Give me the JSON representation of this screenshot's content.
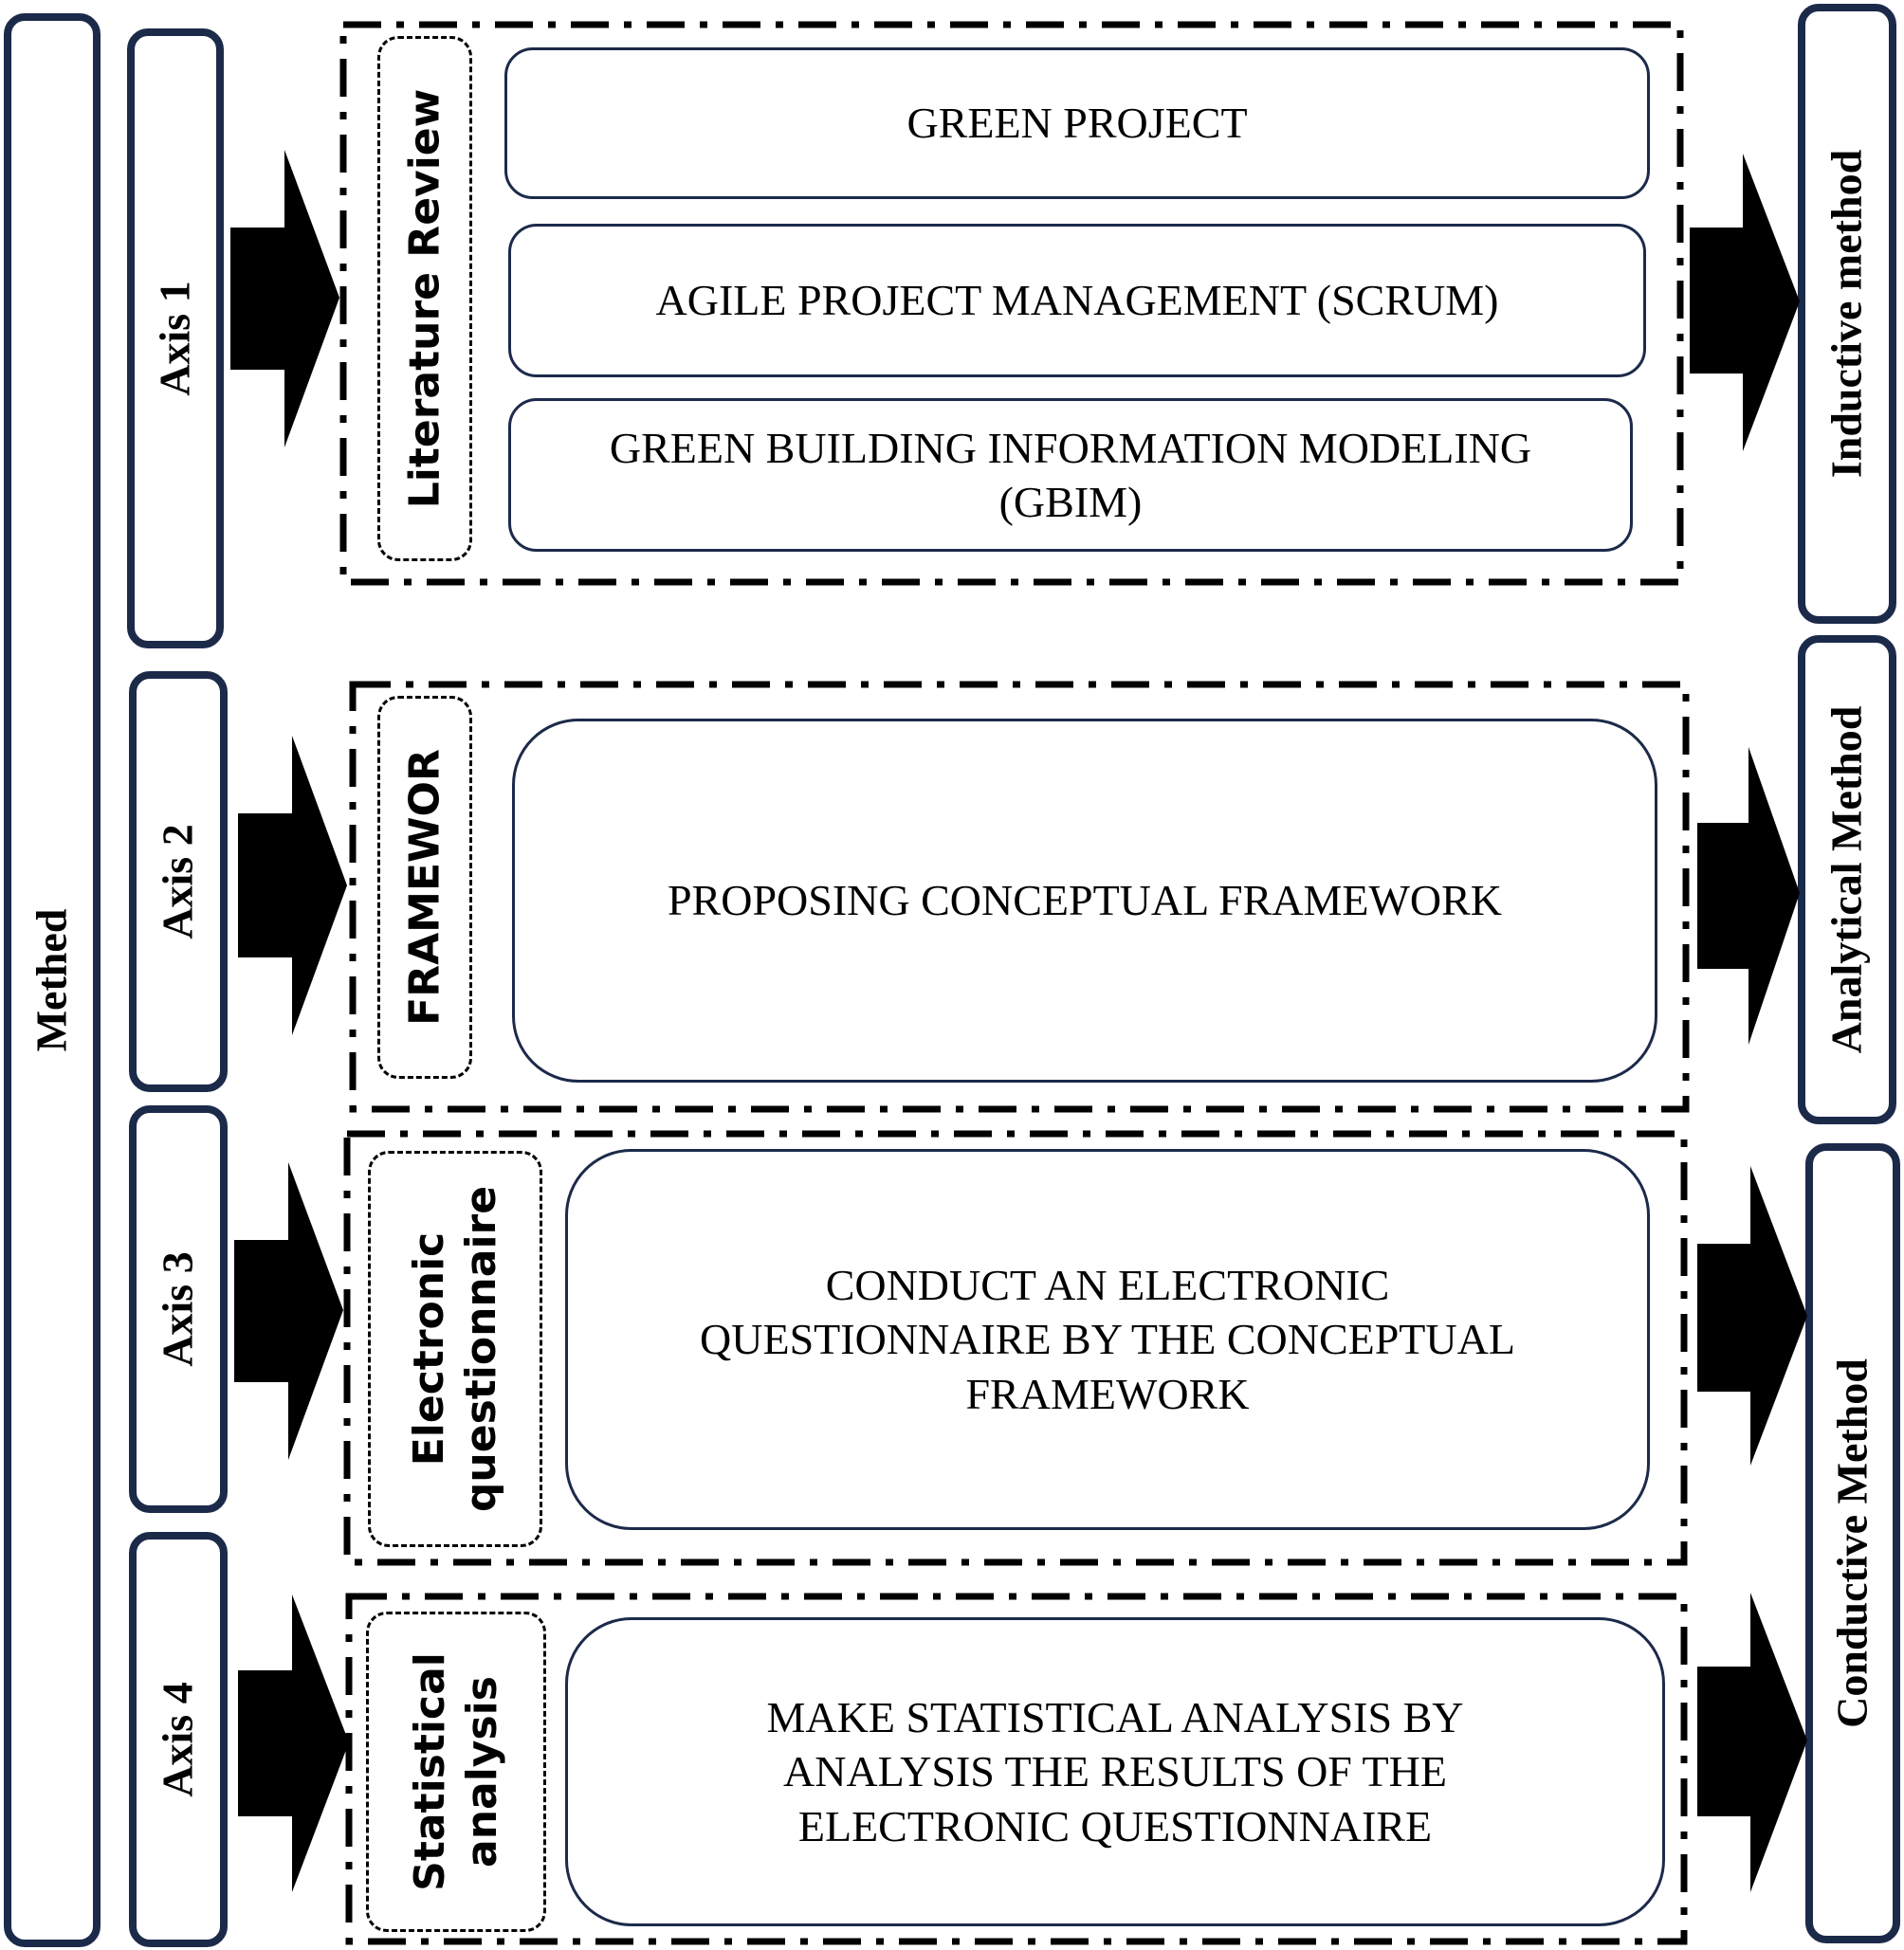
{
  "left_label": "Methed",
  "axes": [
    {
      "label": "Axis 1",
      "section": "Literature Review"
    },
    {
      "label": "Axis 2",
      "section": "FRAMEWOR"
    },
    {
      "label": "Axis 3",
      "section": "Electronic\nquestionnaire"
    },
    {
      "label": "Axis 4",
      "section": "Statistical\nanalysis"
    }
  ],
  "topics": [
    "GREEN PROJECT",
    "AGILE PROJECT MANAGEMENT (SCRUM)",
    "GREEN BUILDING INFORMATION MODELING\n(GBIM)",
    "PROPOSING CONCEPTUAL FRAMEWORK",
    "CONDUCT AN ELECTRONIC\nQUESTIONNAIRE BY THE CONCEPTUAL\nFRAMEWORK",
    "MAKE STATISTICAL ANALYSIS BY\nANALYSIS THE RESULTS OF THE\nELECTRONIC QUESTIONNAIRE"
  ],
  "methods": [
    "Inductive method",
    "Analytical Method",
    "Conductive Method"
  ],
  "colors": {
    "border": "#1c2a4a",
    "arrow": "#000000"
  }
}
